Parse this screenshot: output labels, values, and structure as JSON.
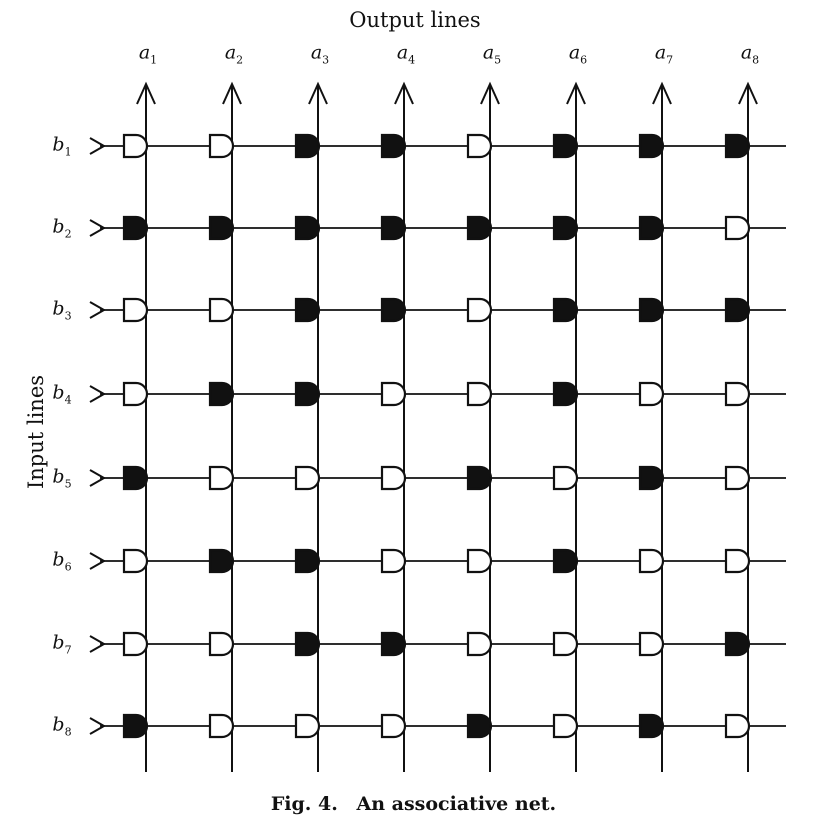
{
  "figure": {
    "header": "Output lines",
    "side_label": "Input lines",
    "caption_num": "Fig. 4.",
    "caption_text": "An associative net."
  },
  "outputs": [
    {
      "letter": "a",
      "sub": "1"
    },
    {
      "letter": "a",
      "sub": "2"
    },
    {
      "letter": "a",
      "sub": "3"
    },
    {
      "letter": "a",
      "sub": "4"
    },
    {
      "letter": "a",
      "sub": "5"
    },
    {
      "letter": "a",
      "sub": "6"
    },
    {
      "letter": "a",
      "sub": "7"
    },
    {
      "letter": "a",
      "sub": "8"
    }
  ],
  "inputs": [
    {
      "letter": "b",
      "sub": "1"
    },
    {
      "letter": "b",
      "sub": "2"
    },
    {
      "letter": "b",
      "sub": "3"
    },
    {
      "letter": "b",
      "sub": "4"
    },
    {
      "letter": "b",
      "sub": "5"
    },
    {
      "letter": "b",
      "sub": "6"
    },
    {
      "letter": "b",
      "sub": "7"
    },
    {
      "letter": "b",
      "sub": "8"
    }
  ],
  "synapse_states": [
    [
      0,
      0,
      1,
      1,
      0,
      1,
      1,
      1
    ],
    [
      1,
      1,
      1,
      1,
      1,
      1,
      1,
      0
    ],
    [
      0,
      0,
      1,
      1,
      0,
      1,
      1,
      1
    ],
    [
      0,
      1,
      1,
      0,
      0,
      1,
      0,
      0
    ],
    [
      1,
      0,
      0,
      0,
      1,
      0,
      1,
      0
    ],
    [
      0,
      1,
      1,
      0,
      0,
      1,
      0,
      0
    ],
    [
      0,
      0,
      1,
      1,
      0,
      0,
      0,
      1
    ],
    [
      1,
      0,
      0,
      0,
      1,
      0,
      1,
      0
    ]
  ],
  "colors": {
    "ink": "#111111",
    "paper": "#ffffff"
  }
}
